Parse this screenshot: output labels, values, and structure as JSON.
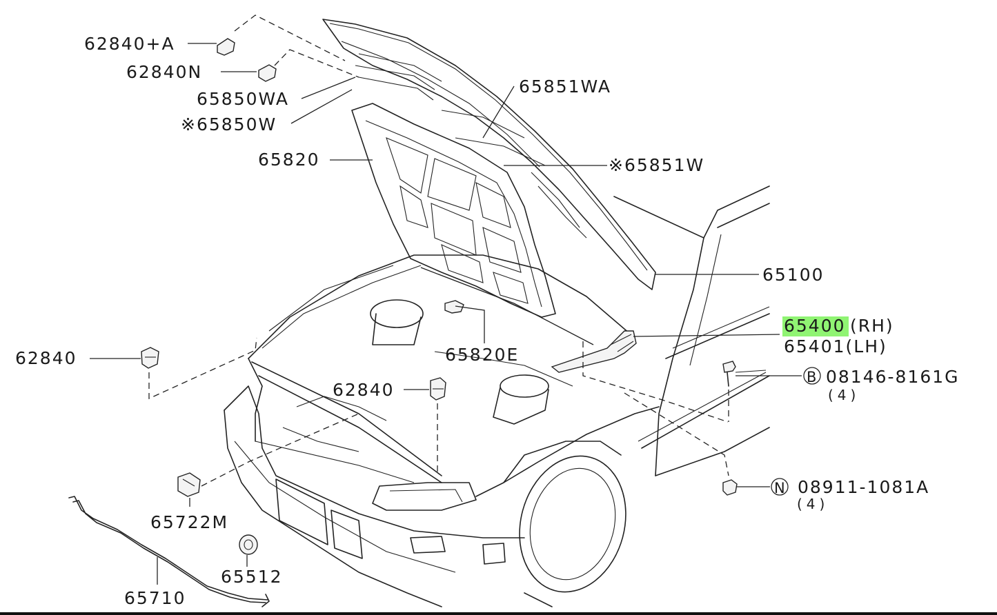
{
  "diagram": {
    "labels": {
      "p62840A": "62840+A",
      "p62840N": "62840N",
      "p65850WA": "65850WA",
      "p65850W": "※65850W",
      "p65820": "65820",
      "p65851WA": "65851WA",
      "p65851W": "※65851W",
      "p65100": "65100",
      "p65400_num": "65400",
      "p65400_side": "(RH)",
      "p65401": "65401(LH)",
      "p62840_left": "62840",
      "p65820E": "65820E",
      "p62840_mid": "62840",
      "p08146_code": "B",
      "p08146": "08146-8161G",
      "p08146_qty": "(4)",
      "p08911_code": "N",
      "p08911": "08911-1081A",
      "p08911_qty": "(4)",
      "p65722M": "65722M",
      "p65512": "65512",
      "p65710": "65710"
    },
    "highlight_color": "#7CF25A"
  }
}
